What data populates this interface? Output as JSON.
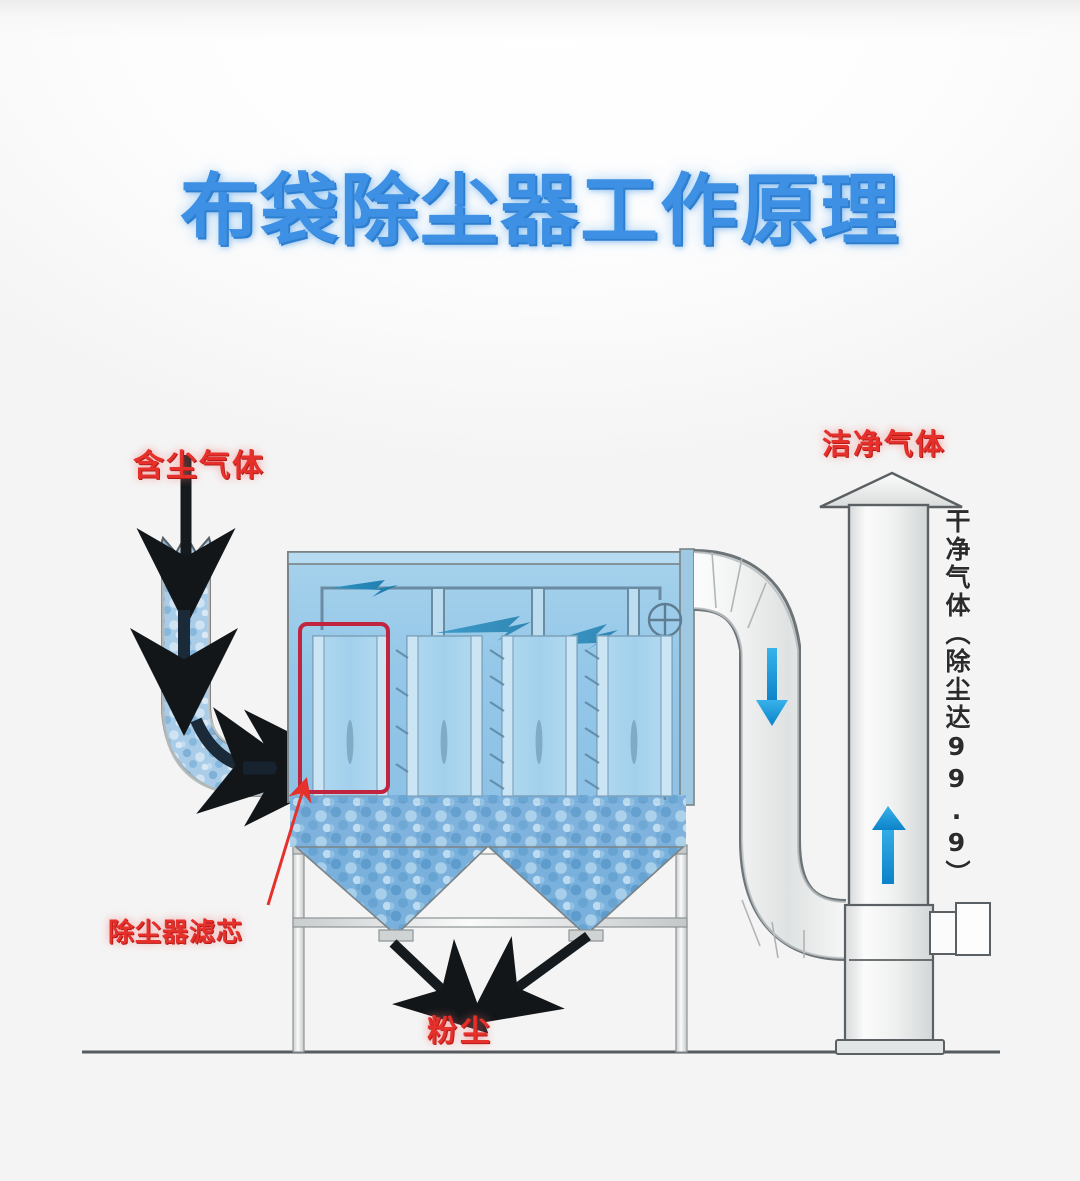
{
  "title": "布袋除尘器工作原理",
  "labels": {
    "inlet": "含尘气体",
    "clean_gas_top": "洁净气体",
    "clean_gas_vertical": "干净气体（除尘达99.9）",
    "filter_cartridge": "除尘器滤芯",
    "dust": "粉尘"
  },
  "colors": {
    "title_blue": "#3d90e3",
    "label_red": "#e5302b",
    "body_fill": "#95c8e8",
    "dust_blue": "#6fa9d4",
    "flow_arrow_blue": "#1f9fe0",
    "duct_gray": "#e8eaea",
    "highlight_red": "#c0243f",
    "outline_gray": "#5a6063",
    "ground_line": "#555b5e"
  },
  "diagram": {
    "type": "process-flow",
    "equipment": "baghouse dust collector",
    "components": [
      {
        "name": "inlet-duct",
        "shape": "U-bend elbow",
        "flow": "dust-laden gas downward then horizontal into housing"
      },
      {
        "name": "collector-housing",
        "shape": "rectangular box",
        "fill": "light blue"
      },
      {
        "name": "filter-bags",
        "count": 4,
        "orientation": "vertical"
      },
      {
        "name": "pulse-jet-manifold",
        "position": "top interior",
        "drop-tubes": 3
      },
      {
        "name": "hoppers",
        "count": 2,
        "shape": "inverted-V cones"
      },
      {
        "name": "support-frame",
        "shape": "rectangular legs and cross beams"
      },
      {
        "name": "outlet-duct",
        "shape": "S-bend",
        "flow": "clean gas down then up to stack"
      },
      {
        "name": "stack",
        "shape": "vertical chimney with triangular rain cap"
      },
      {
        "name": "stack-base-box",
        "shape": "small rectangular side duct"
      }
    ],
    "flow_arrows": [
      {
        "name": "inlet-top",
        "color": "black",
        "direction": "down"
      },
      {
        "name": "inlet-mid",
        "color": "black",
        "direction": "down"
      },
      {
        "name": "inlet-into-housing",
        "color": "black",
        "direction": "right"
      },
      {
        "name": "manifold-arrows",
        "color": "blue",
        "count": 3,
        "direction": "right"
      },
      {
        "name": "outlet-descend",
        "color": "blue",
        "direction": "down"
      },
      {
        "name": "stack-rise",
        "color": "blue",
        "direction": "up"
      },
      {
        "name": "hopper-discharge-left",
        "color": "black",
        "direction": "down-right"
      },
      {
        "name": "hopper-discharge-right",
        "color": "black",
        "direction": "down-left"
      }
    ],
    "annotations": [
      {
        "name": "filter-highlight-box",
        "color": "#c0243f",
        "targets": "first filter bag"
      },
      {
        "name": "filter-pointer-arrow",
        "color": "#e5302b",
        "from": "除尘器滤芯 label",
        "to": "filter bag lower-left corner"
      }
    ]
  }
}
